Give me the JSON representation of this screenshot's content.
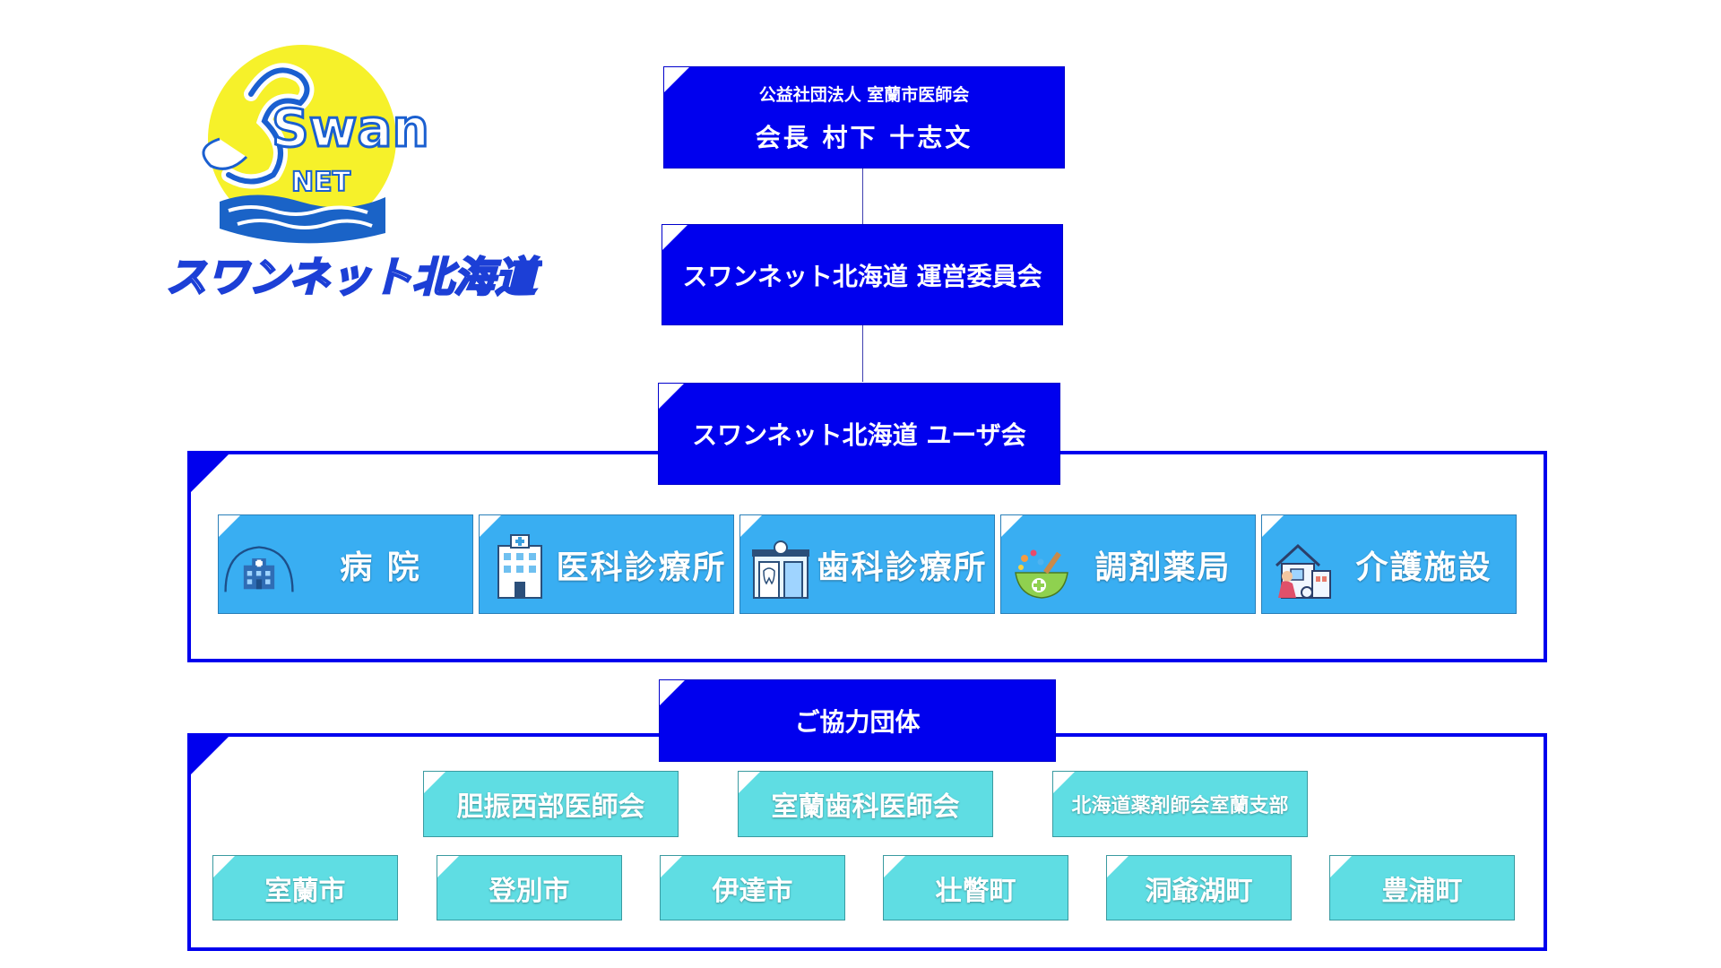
{
  "logo": {
    "swan_text": "Swan",
    "net_text": "NET",
    "caption": "スワンネット北海道"
  },
  "top_node": {
    "line1": "公益社団法人 室蘭市医師会",
    "line2": "会長 村下 十志文"
  },
  "committee_node": {
    "label": "スワンネット北海道 運営委員会"
  },
  "users_node": {
    "label": "スワンネット北海道 ユーザ会"
  },
  "members": [
    {
      "label": "病 院",
      "icon": "hospital-icon"
    },
    {
      "label": "医科診療所",
      "icon": "clinic-icon"
    },
    {
      "label": "歯科診療所",
      "icon": "dental-clinic-icon"
    },
    {
      "label": "調剤薬局",
      "icon": "pharmacy-icon"
    },
    {
      "label": "介護施設",
      "icon": "care-facility-icon"
    }
  ],
  "cooperation_node": {
    "label": "ご協力団体"
  },
  "associations": [
    {
      "label": "胆振西部医師会"
    },
    {
      "label": "室蘭歯科医師会"
    },
    {
      "label": "北海道薬剤師会室蘭支部"
    }
  ],
  "municipalities": [
    {
      "label": "室蘭市"
    },
    {
      "label": "登別市"
    },
    {
      "label": "伊達市"
    },
    {
      "label": "壮瞥町"
    },
    {
      "label": "洞爺湖町"
    },
    {
      "label": "豊浦町"
    }
  ],
  "colors": {
    "primary_blue": "#0000ee",
    "member_blue": "#39aef2",
    "coop_cyan": "#5fdde3"
  }
}
